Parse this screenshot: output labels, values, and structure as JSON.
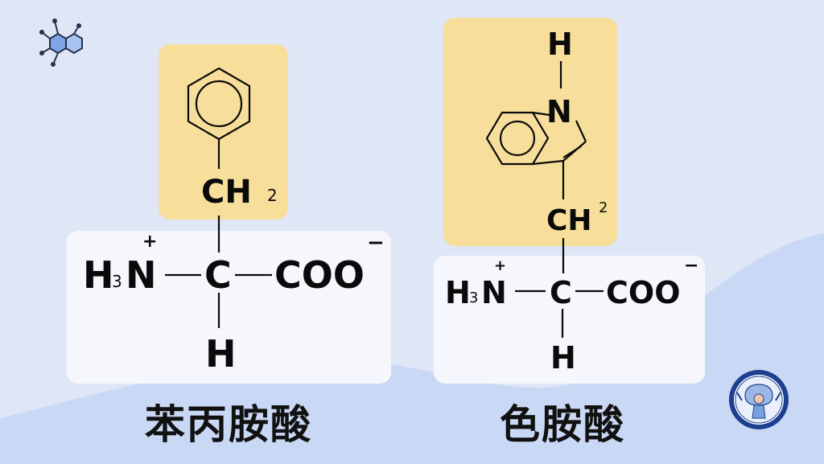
{
  "colors": {
    "background": "#dfe7f7",
    "side_chain_highlight": "#f7df9b",
    "core_panel": "#f5f7fc",
    "ink": "#0a0a0a",
    "accent": "#1e3f8f"
  },
  "icons": {
    "corner": "molecule-icon",
    "seal": "brain-god-seal-icon"
  },
  "phenylalanine": {
    "name": "苯丙胺酸",
    "side_chain": {
      "group": "CH",
      "subscript": "2"
    },
    "amine": {
      "h": "H",
      "sub": "3",
      "n": "N",
      "charge": "+"
    },
    "alpha_carbon": "C",
    "carboxylate": {
      "text": "COO",
      "charge": "−"
    },
    "alpha_h": "H"
  },
  "tryptophan": {
    "name": "色胺酸",
    "indole": {
      "h": "H",
      "n": "N"
    },
    "side_chain": {
      "group": "CH",
      "superscript": "2"
    },
    "amine": {
      "h": "H",
      "sub": "3",
      "n": "N",
      "charge": "+"
    },
    "alpha_carbon": "C",
    "carboxylate": {
      "text": "COO",
      "charge": "−"
    },
    "alpha_h": "H"
  }
}
